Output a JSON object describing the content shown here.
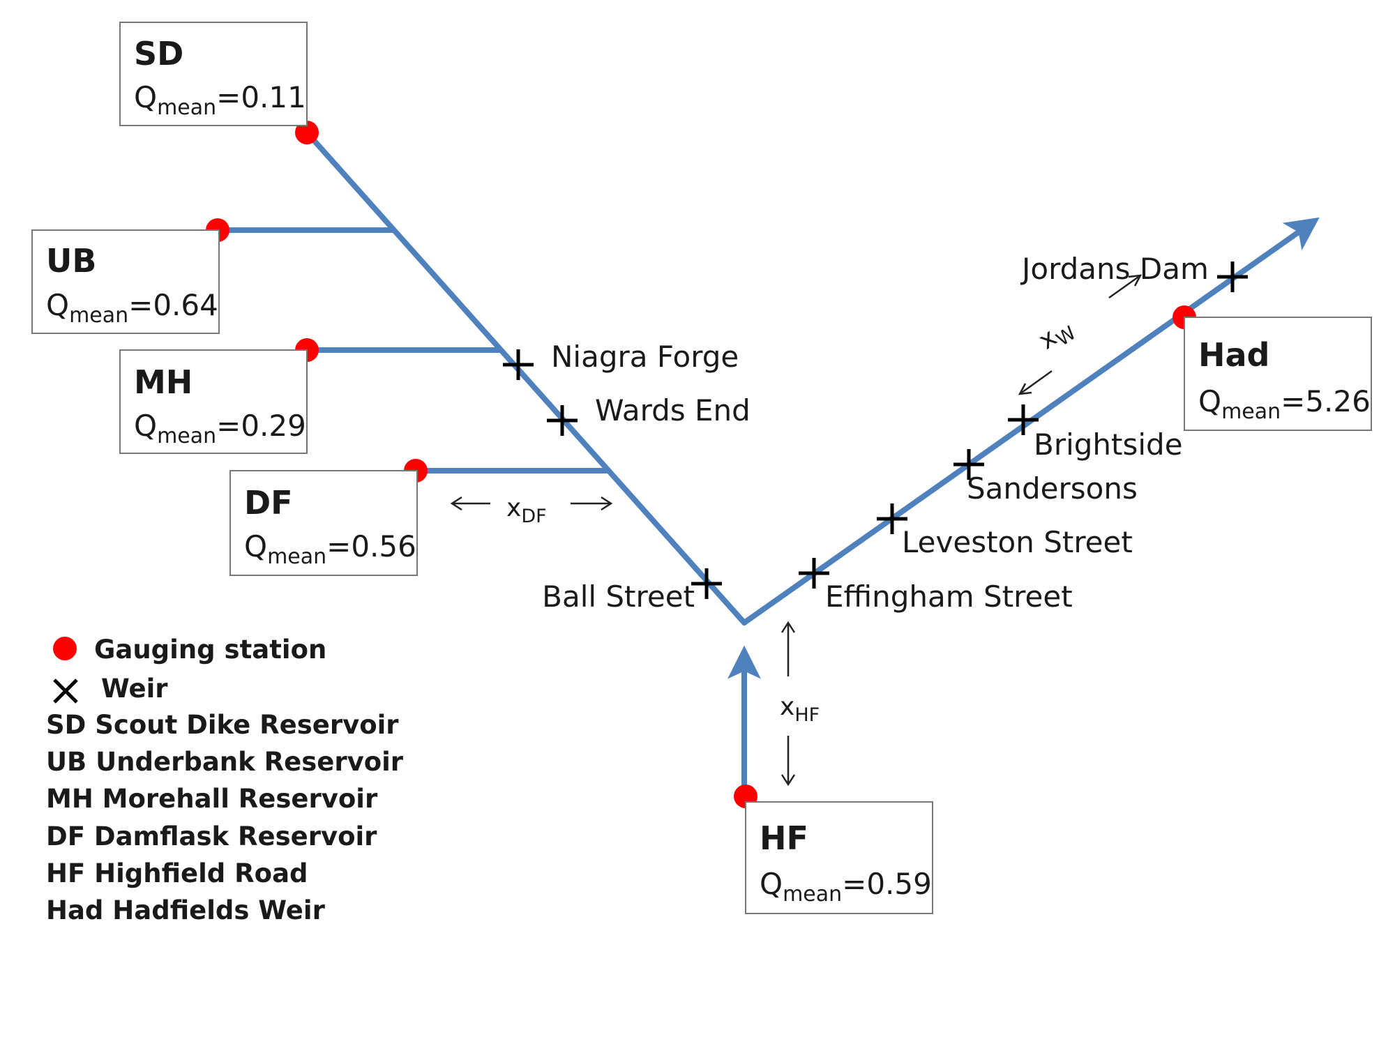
{
  "stations": [
    {
      "code": "SD",
      "q_label": "Q",
      "q_sub": "mean",
      "q_value": "=0.11"
    },
    {
      "code": "UB",
      "q_label": "Q",
      "q_sub": "mean",
      "q_value": "=0.64"
    },
    {
      "code": "MH",
      "q_label": "Q",
      "q_sub": "mean",
      "q_value": "=0.29"
    },
    {
      "code": "DF",
      "q_label": "Q",
      "q_sub": "mean",
      "q_value": "=0.56"
    },
    {
      "code": "HF",
      "q_label": "Q",
      "q_sub": "mean",
      "q_value": "=0.59"
    },
    {
      "code": "Had",
      "q_label": "Q",
      "q_sub": "mean",
      "q_value": "=5.26"
    }
  ],
  "weirs": [
    "Niagra Forge",
    "Wards End",
    "Ball Street",
    "Effingham Street",
    "Leveston Street",
    "Sandersons",
    "Brightside",
    "Jordans Dam"
  ],
  "distances": {
    "df": {
      "base": "x",
      "sub": "DF"
    },
    "hf": {
      "base": "x",
      "sub": "HF"
    },
    "w": {
      "base": "x",
      "sub": "W"
    }
  },
  "legend": {
    "gauging": "Gauging station",
    "weir": "Weir",
    "abbreviations": [
      "SD Scout Dike Reservoir",
      "UB Underbank Reservoir",
      "MH Morehall Reservoir",
      "DF Damflask Reservoir",
      "HF Highfield Road",
      "Had Hadfields Weir"
    ]
  },
  "colors": {
    "river": "#4f81bd",
    "station": "#ff0000",
    "weir": "#000000"
  }
}
